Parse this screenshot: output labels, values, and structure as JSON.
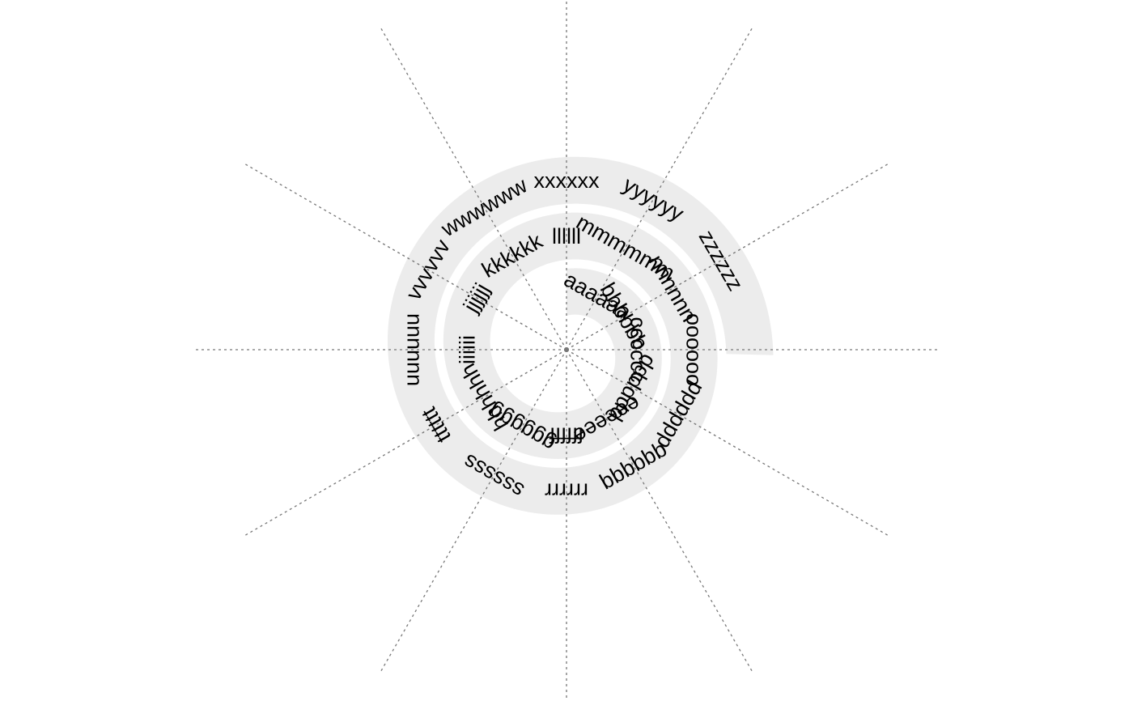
{
  "diagram": {
    "type": "spiral",
    "direction": "clockwise",
    "segments_per_turn": 12,
    "labels": [
      "aaaaaa",
      "bbbbbb",
      "cccccc",
      "dddddd",
      "eeeeee",
      "ffffff",
      "gggggg",
      "hhhhhh",
      "iiiiii",
      "jjjjjj",
      "kkkkkk",
      "llllll",
      "mmmmmm",
      "nnnnnn",
      "oooooo",
      "pppppp",
      "qqqqqq",
      "rrrrrr",
      "ssssss",
      "tttttt",
      "uuuuuu",
      "vvvvvv",
      "wwwwww",
      "xxxxxx",
      "yyyyyy",
      "zzzzzz"
    ]
  },
  "colors": {
    "band": "#ececec",
    "guide_lines": "#777777",
    "text": "#000000",
    "background": "#ffffff"
  }
}
